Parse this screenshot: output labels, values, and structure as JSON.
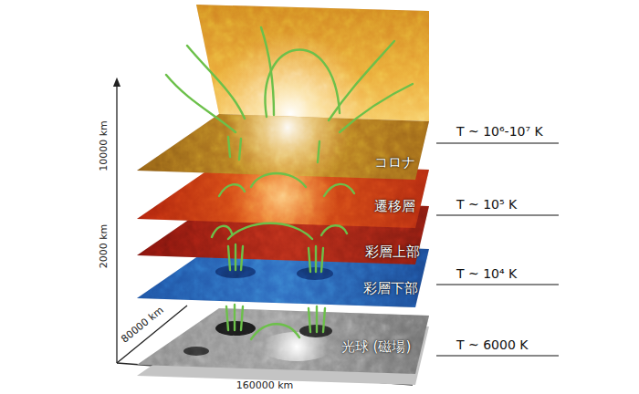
{
  "diagram": {
    "labels": [
      "コロナ",
      "遷移層",
      "彩層上部",
      "彩層下部",
      "光球 (磁場)",
      "T ~ 10⁶-10⁷ K",
      "T ~ 10⁵ K",
      "T ~ 10⁴ K",
      "T ~ 6000 K",
      "10000 km",
      "2000 km",
      "80000 km",
      "160000 km"
    ]
  }
}
